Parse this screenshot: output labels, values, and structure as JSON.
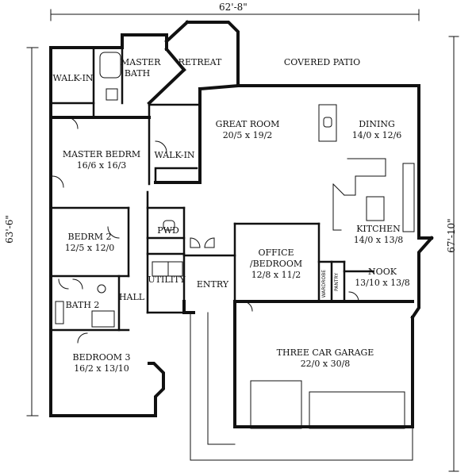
{
  "dimensions": {
    "overall_width": "62'-8\"",
    "left_depth": "63'-6\"",
    "right_depth": "67'-10\""
  },
  "rooms": {
    "walk_in_1": {
      "name": "WALK-IN"
    },
    "master_bath": {
      "name": "MASTER",
      "name2": "BATH"
    },
    "retreat": {
      "name": "RETREAT"
    },
    "covered_patio": {
      "name": "COVERED PATIO"
    },
    "great_room": {
      "name": "GREAT ROOM",
      "size": "20/5 x 19/2"
    },
    "dining": {
      "name": "DINING",
      "size": "14/0 x 12/6"
    },
    "master_bedrm": {
      "name": "MASTER BEDRM",
      "size": "16/6 x 16/3"
    },
    "walk_in_2": {
      "name": "WALK-IN"
    },
    "bedrm_2": {
      "name": "BEDRM 2",
      "size": "12/5 x 12/0"
    },
    "pwd": {
      "name": "PWD"
    },
    "kitchen": {
      "name": "KITCHEN",
      "size": "14/0 x 13/8"
    },
    "office": {
      "name": "OFFICE",
      "name2": "/BEDROOM",
      "size": "12/8 x 11/2"
    },
    "nook": {
      "name": "NOOK",
      "size": "13/10 x 13/8"
    },
    "utility": {
      "name": "UTILITY"
    },
    "entry": {
      "name": "ENTRY"
    },
    "hall": {
      "name": "HALL"
    },
    "bath_2": {
      "name": "BATH 2"
    },
    "wardrobe": {
      "name": "WARDROBE"
    },
    "pantry": {
      "name": "PANTRY"
    },
    "bedroom_3": {
      "name": "BEDROOM 3",
      "size": "16/2 x 13/10"
    },
    "garage": {
      "name": "THREE CAR GARAGE",
      "size": "22/0 x 30/8"
    }
  }
}
